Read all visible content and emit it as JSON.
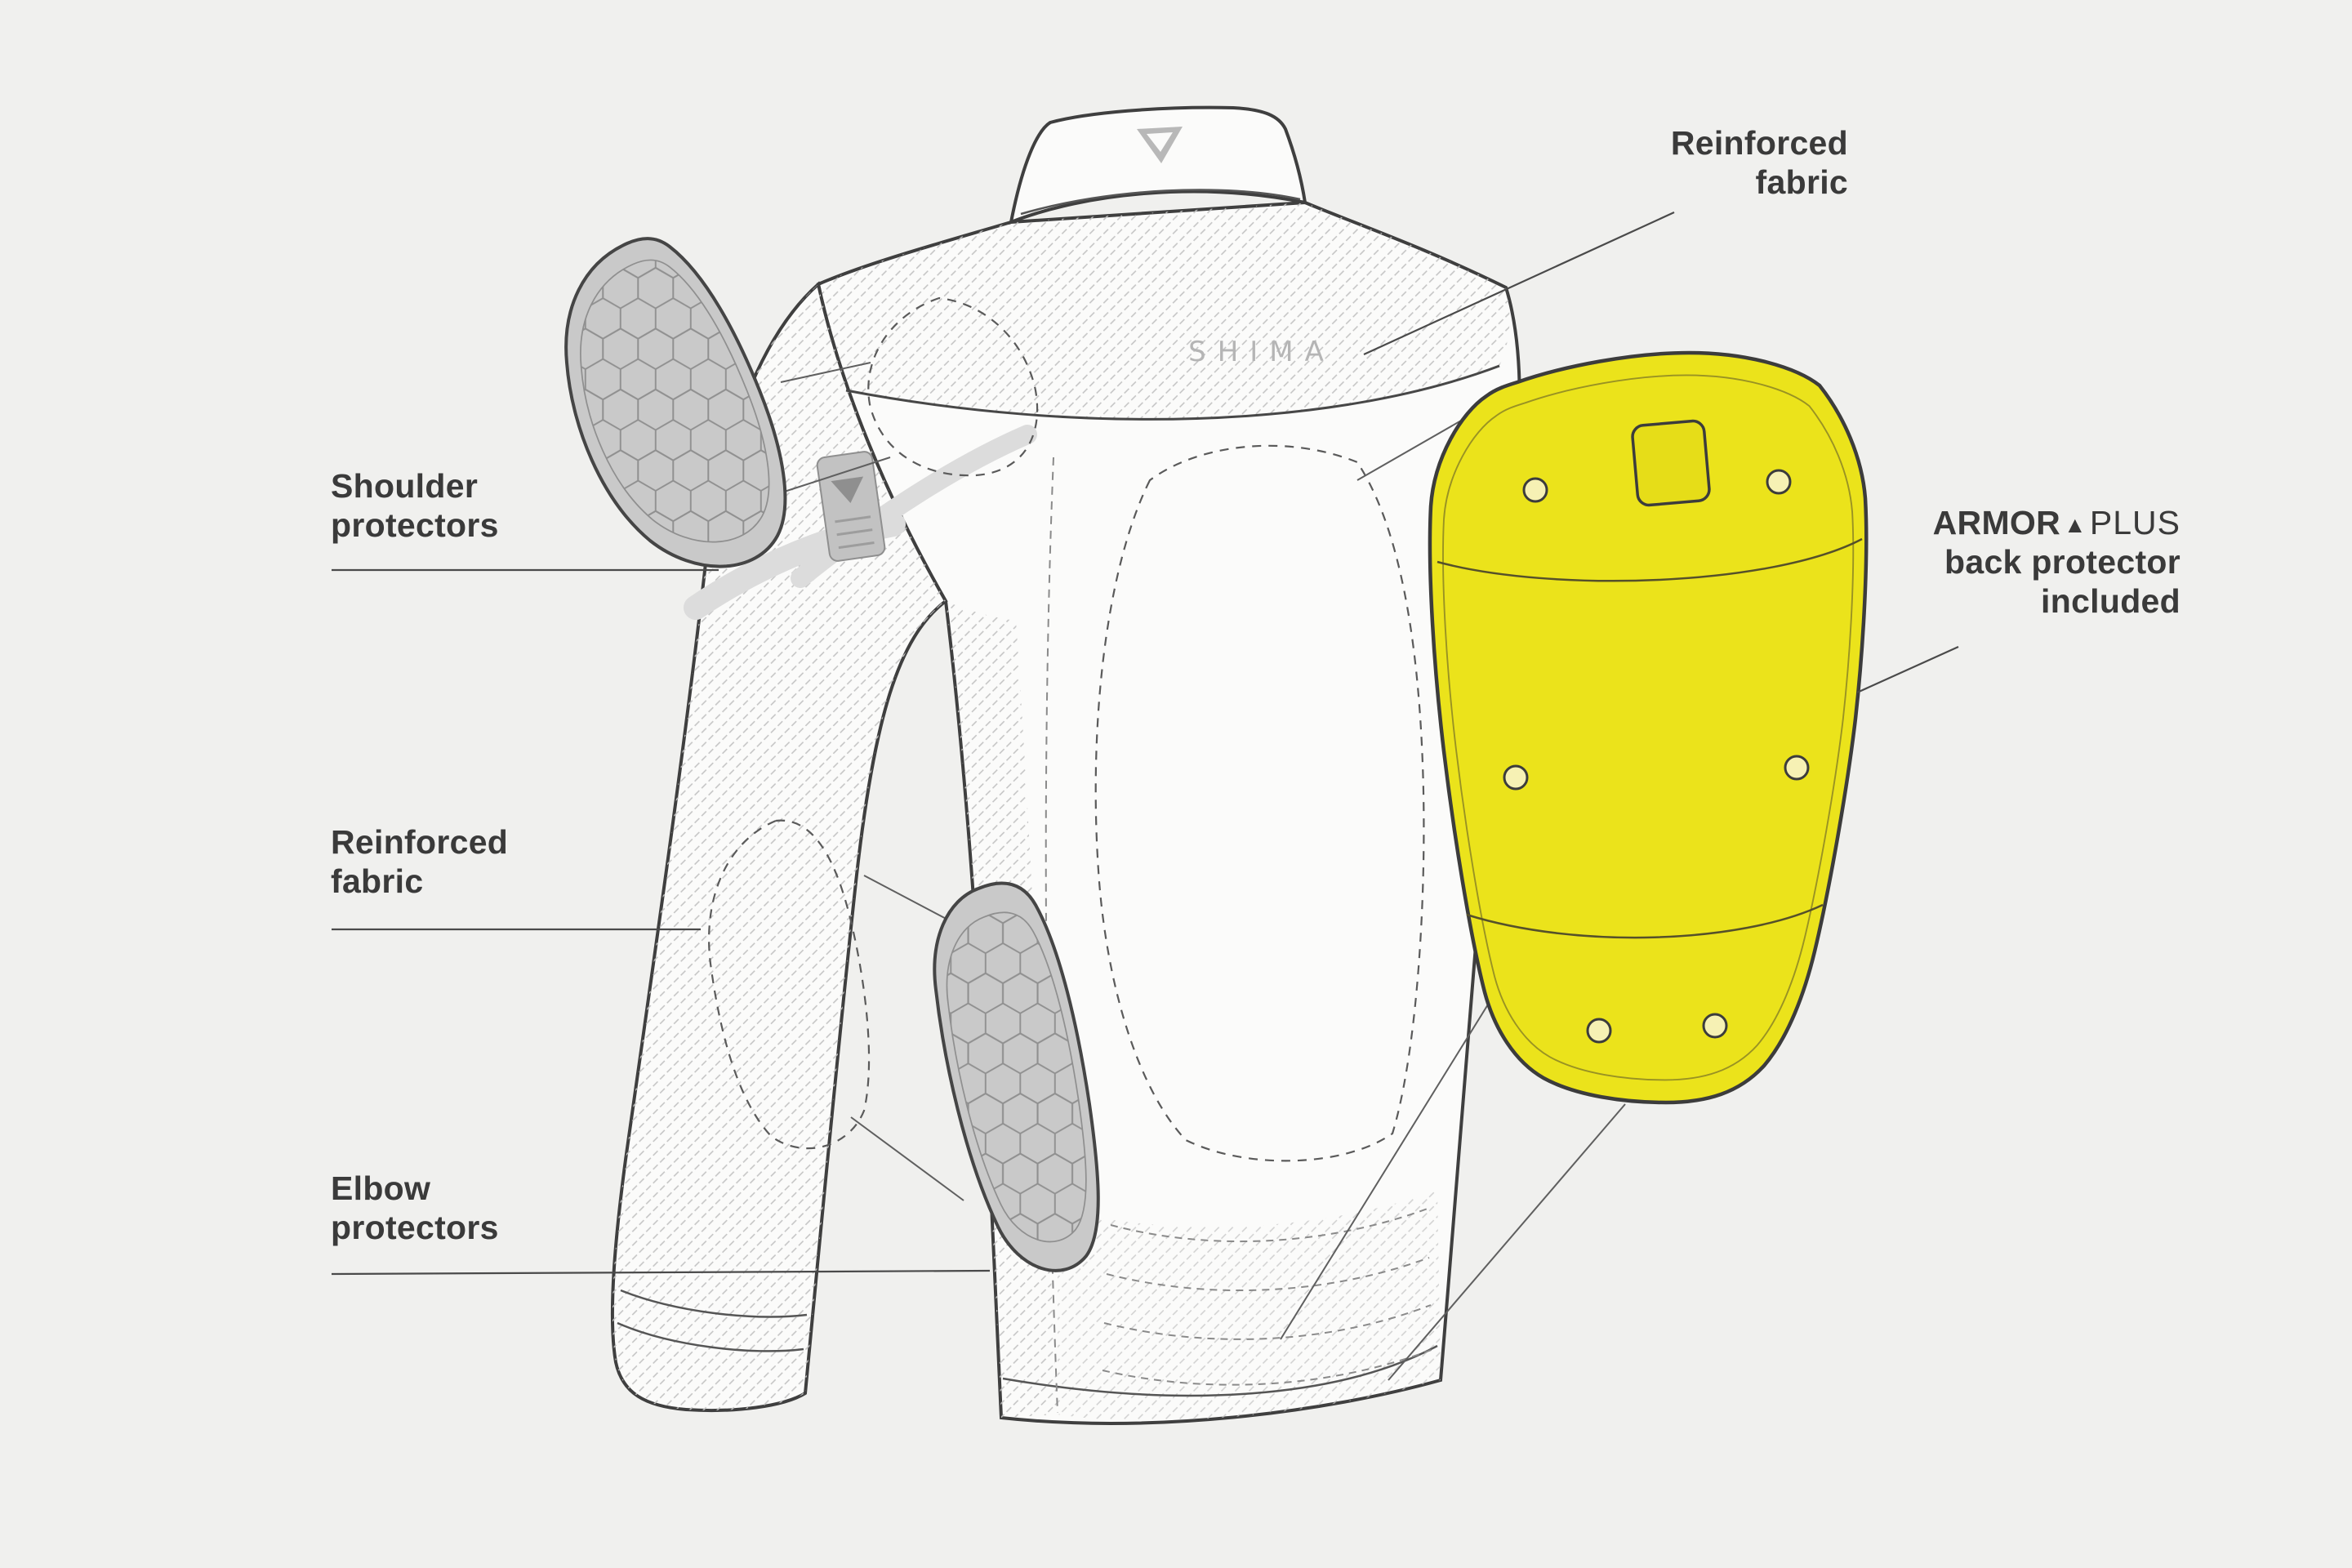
{
  "page": {
    "background_color": "#f0f0ee"
  },
  "diagram": {
    "name": "Motorcycle jacket protection features diagram (back view)",
    "colors": {
      "back_protector_yellow": "#ebe31b",
      "protector_pad_gray": "#c9c9c9",
      "outline_dark": "#3f3f3f",
      "label_text": "#3a3a3a"
    },
    "jacket": {
      "back_logo_text": "SHIMA"
    },
    "labels": {
      "reinforced_fabric_top": {
        "line1": "Reinforced",
        "line2": "fabric"
      },
      "shoulder_protectors": {
        "line1": "Shoulder",
        "line2": "protectors"
      },
      "back_protector": {
        "brand": "ARMOR",
        "logo_glyph": "▲",
        "brand_suffix": "PLUS",
        "line2": "back protector",
        "line3": "included"
      },
      "reinforced_fabric_left": {
        "line1": "Reinforced",
        "line2": "fabric"
      },
      "elbow_protectors": {
        "line1": "Elbow",
        "line2": "protectors"
      }
    }
  }
}
